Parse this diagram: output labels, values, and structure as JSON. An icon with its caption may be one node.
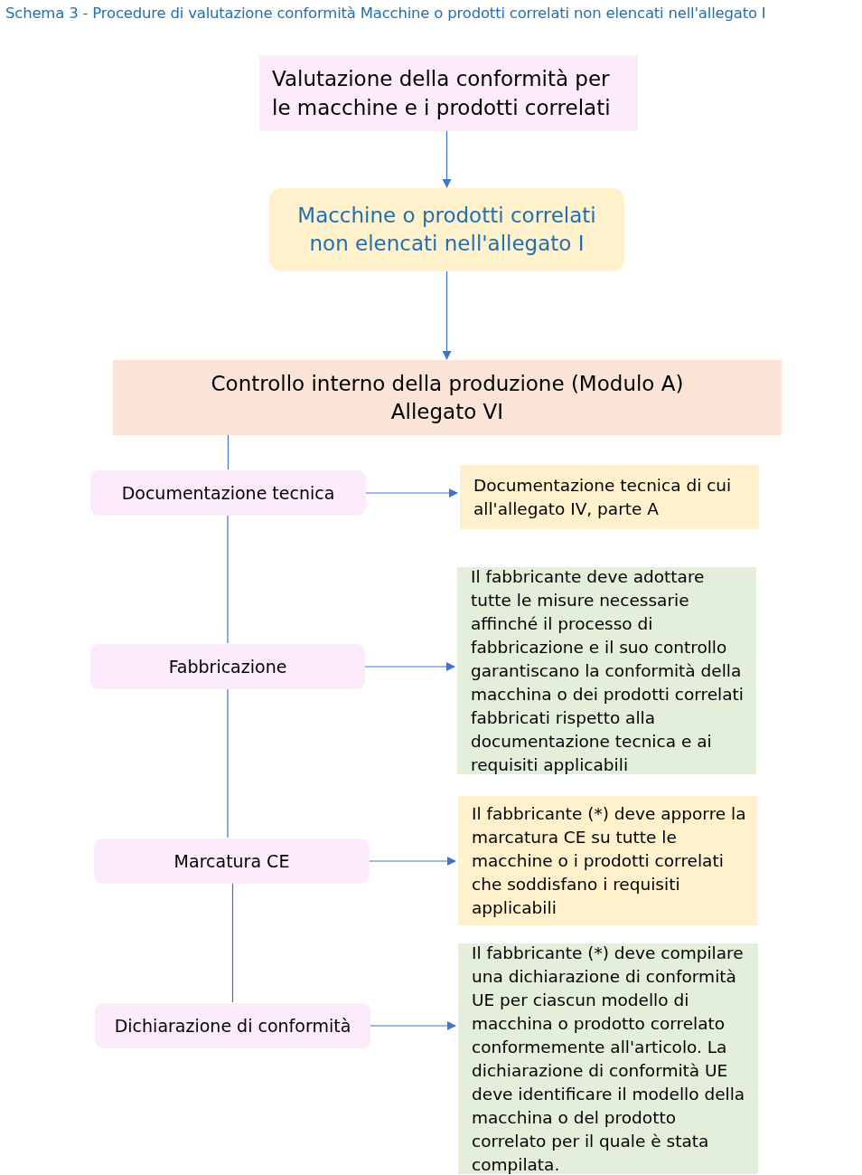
{
  "diagram": {
    "title": "Schema 3 - Procedure di valutazione conformità Macchine o prodotti correlati non elencati nell'allegato I",
    "nodes": [
      {
        "text": [
          "Valutazione della conformità per le macchine e i prodotti correlati"
        ]
      },
      {
        "text": [
          "Macchine o prodotti correlati non elencati nell'allegato I"
        ]
      },
      {
        "text": [
          "Controllo interno della produzione (Modulo A)",
          "Allegato VI"
        ]
      },
      {
        "text": [
          "Documentazione tecnica"
        ]
      },
      {
        "text": [
          "Documentazione tecnica di cui all'allegato IV, parte A"
        ]
      },
      {
        "text": [
          "Fabbricazione"
        ]
      },
      {
        "text": [
          "Il fabbricante deve adottare tutte le misure necessarie affinché il processo di fabbricazione e il suo controllo garantiscano la conformità della macchina o dei prodotti correlati fabbricati rispetto alla documentazione tecnica e ai requisiti applicabili"
        ]
      },
      {
        "text": [
          "Marcatura CE"
        ]
      },
      {
        "text": [
          "Il fabbricante (*) deve apporre la marcatura CE su tutte le macchine o i prodotti correlati che soddisfano i requisiti applicabili"
        ]
      },
      {
        "text": [
          "Dichiarazione di conformità"
        ]
      },
      {
        "text": [
          "Il fabbricante (*) deve compilare una dichiarazione di conformità UE per ciascun modello di macchina o prodotto correlato conformemente all'articolo. La dichiarazione di conformità UE deve identificare il modello della macchina o del prodotto correlato per il quale è stata compilata."
        ]
      }
    ],
    "edges": [
      {
        "from": 0,
        "to": 1,
        "arrow": "to"
      },
      {
        "from": 1,
        "to": 2,
        "arrow": "to"
      },
      {
        "from": 2,
        "to": 3,
        "arrow": "none"
      },
      {
        "from": 3,
        "to": 5,
        "arrow": "none"
      },
      {
        "from": 5,
        "to": 7,
        "arrow": "none"
      },
      {
        "from": 7,
        "to": 9,
        "arrow": "none"
      },
      {
        "from": 3,
        "to": 4,
        "arrow": "to"
      },
      {
        "from": 5,
        "to": 6,
        "arrow": "to"
      },
      {
        "from": 7,
        "to": 8,
        "arrow": "to"
      },
      {
        "from": 9,
        "to": 10,
        "arrow": "to"
      }
    ]
  }
}
